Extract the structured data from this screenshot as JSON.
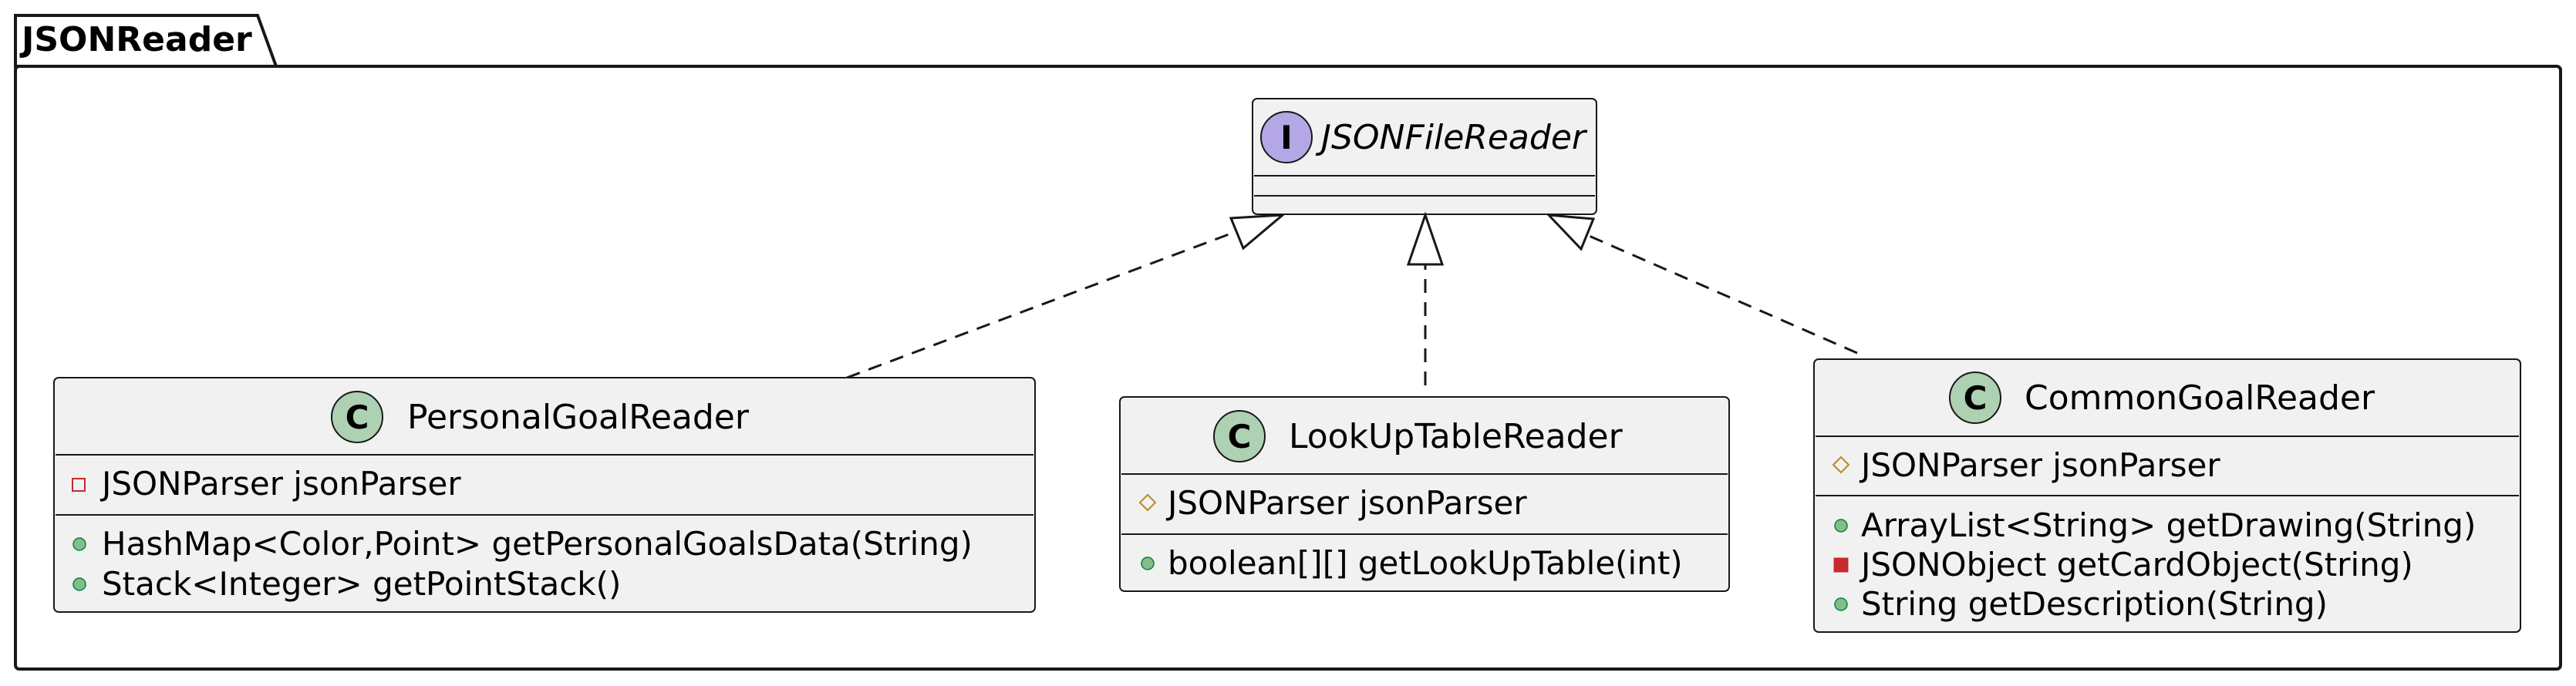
{
  "package": {
    "name": "JSONReader"
  },
  "interface": {
    "name": "JSONFileReader",
    "stereotype_letter": "I"
  },
  "classes": [
    {
      "name": "PersonalGoalReader",
      "stereotype_letter": "C",
      "fields": [
        {
          "visibility": "private",
          "text": "JSONParser jsonParser"
        }
      ],
      "methods": [
        {
          "visibility": "public",
          "text": "HashMap<Color,Point> getPersonalGoalsData(String)"
        },
        {
          "visibility": "public",
          "text": "Stack<Integer> getPointStack()"
        }
      ]
    },
    {
      "name": "LookUpTableReader",
      "stereotype_letter": "C",
      "fields": [
        {
          "visibility": "protected",
          "text": "JSONParser jsonParser"
        }
      ],
      "methods": [
        {
          "visibility": "public",
          "text": "boolean[][] getLookUpTable(int)"
        }
      ]
    },
    {
      "name": "CommonGoalReader",
      "stereotype_letter": "C",
      "fields": [
        {
          "visibility": "protected",
          "text": "JSONParser jsonParser"
        }
      ],
      "methods": [
        {
          "visibility": "public",
          "text": "ArrayList<String> getDrawing(String)"
        },
        {
          "visibility": "private",
          "text": "JSONObject getCardObject(String)"
        },
        {
          "visibility": "public",
          "text": "String getDescription(String)"
        }
      ]
    }
  ],
  "relations": [
    {
      "from": "PersonalGoalReader",
      "to": "JSONFileReader",
      "type": "realization"
    },
    {
      "from": "LookUpTableReader",
      "to": "JSONFileReader",
      "type": "realization"
    },
    {
      "from": "CommonGoalReader",
      "to": "JSONFileReader",
      "type": "realization"
    }
  ],
  "colors": {
    "box_fill": "#F1F1F1",
    "class_circle": "#ADD1B2",
    "interface_circle": "#B4A7E5",
    "public_marker": "#84BE84",
    "private_marker": "#C82930",
    "protected_marker": "#B38D22"
  }
}
